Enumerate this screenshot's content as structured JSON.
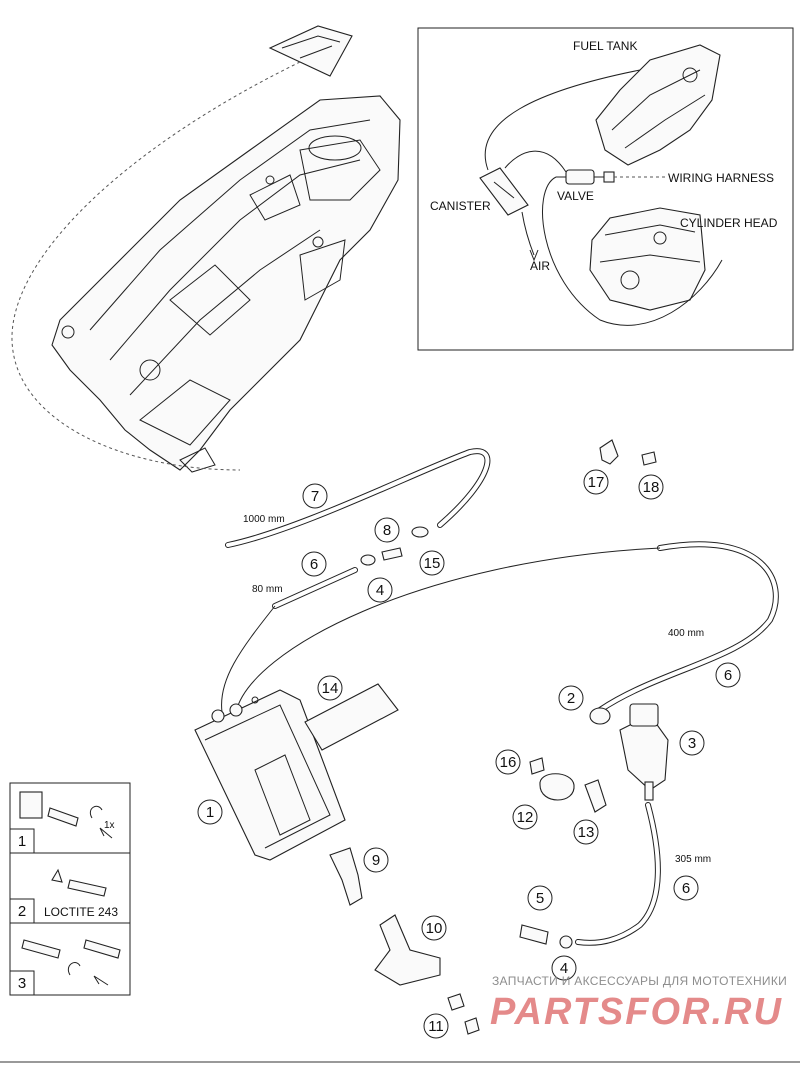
{
  "inset": {
    "labels": {
      "fuel_tank": "FUEL TANK",
      "canister": "CANISTER",
      "valve": "VALVE",
      "wiring_harness": "WIRING HARNESS",
      "cylinder_head": "CYLINDER HEAD",
      "air": "AIR"
    }
  },
  "lengths": {
    "l1000": "1000 mm",
    "l80": "80 mm",
    "l400": "400 mm",
    "l305": "305 mm"
  },
  "callouts": {
    "c1": "1",
    "c2": "2",
    "c3": "3",
    "c4a": "4",
    "c4b": "4",
    "c5": "5",
    "c6a": "6",
    "c6b": "6",
    "c6c": "6",
    "c7": "7",
    "c8": "8",
    "c9": "9",
    "c10": "10",
    "c11": "11",
    "c12": "12",
    "c13": "13",
    "c14": "14",
    "c15": "15",
    "c16": "16",
    "c17": "17",
    "c18": "18"
  },
  "legend": {
    "row1": {
      "num": "1",
      "text": "1x"
    },
    "row2": {
      "num": "2",
      "text": "LOCTITE 243"
    },
    "row3": {
      "num": "3"
    }
  },
  "watermark": {
    "top": "ЗАПЧАСТИ И АКСЕССУАРЫ ДЛЯ МОТОТЕХНИКИ",
    "brand": "PARTSFOR.RU"
  }
}
